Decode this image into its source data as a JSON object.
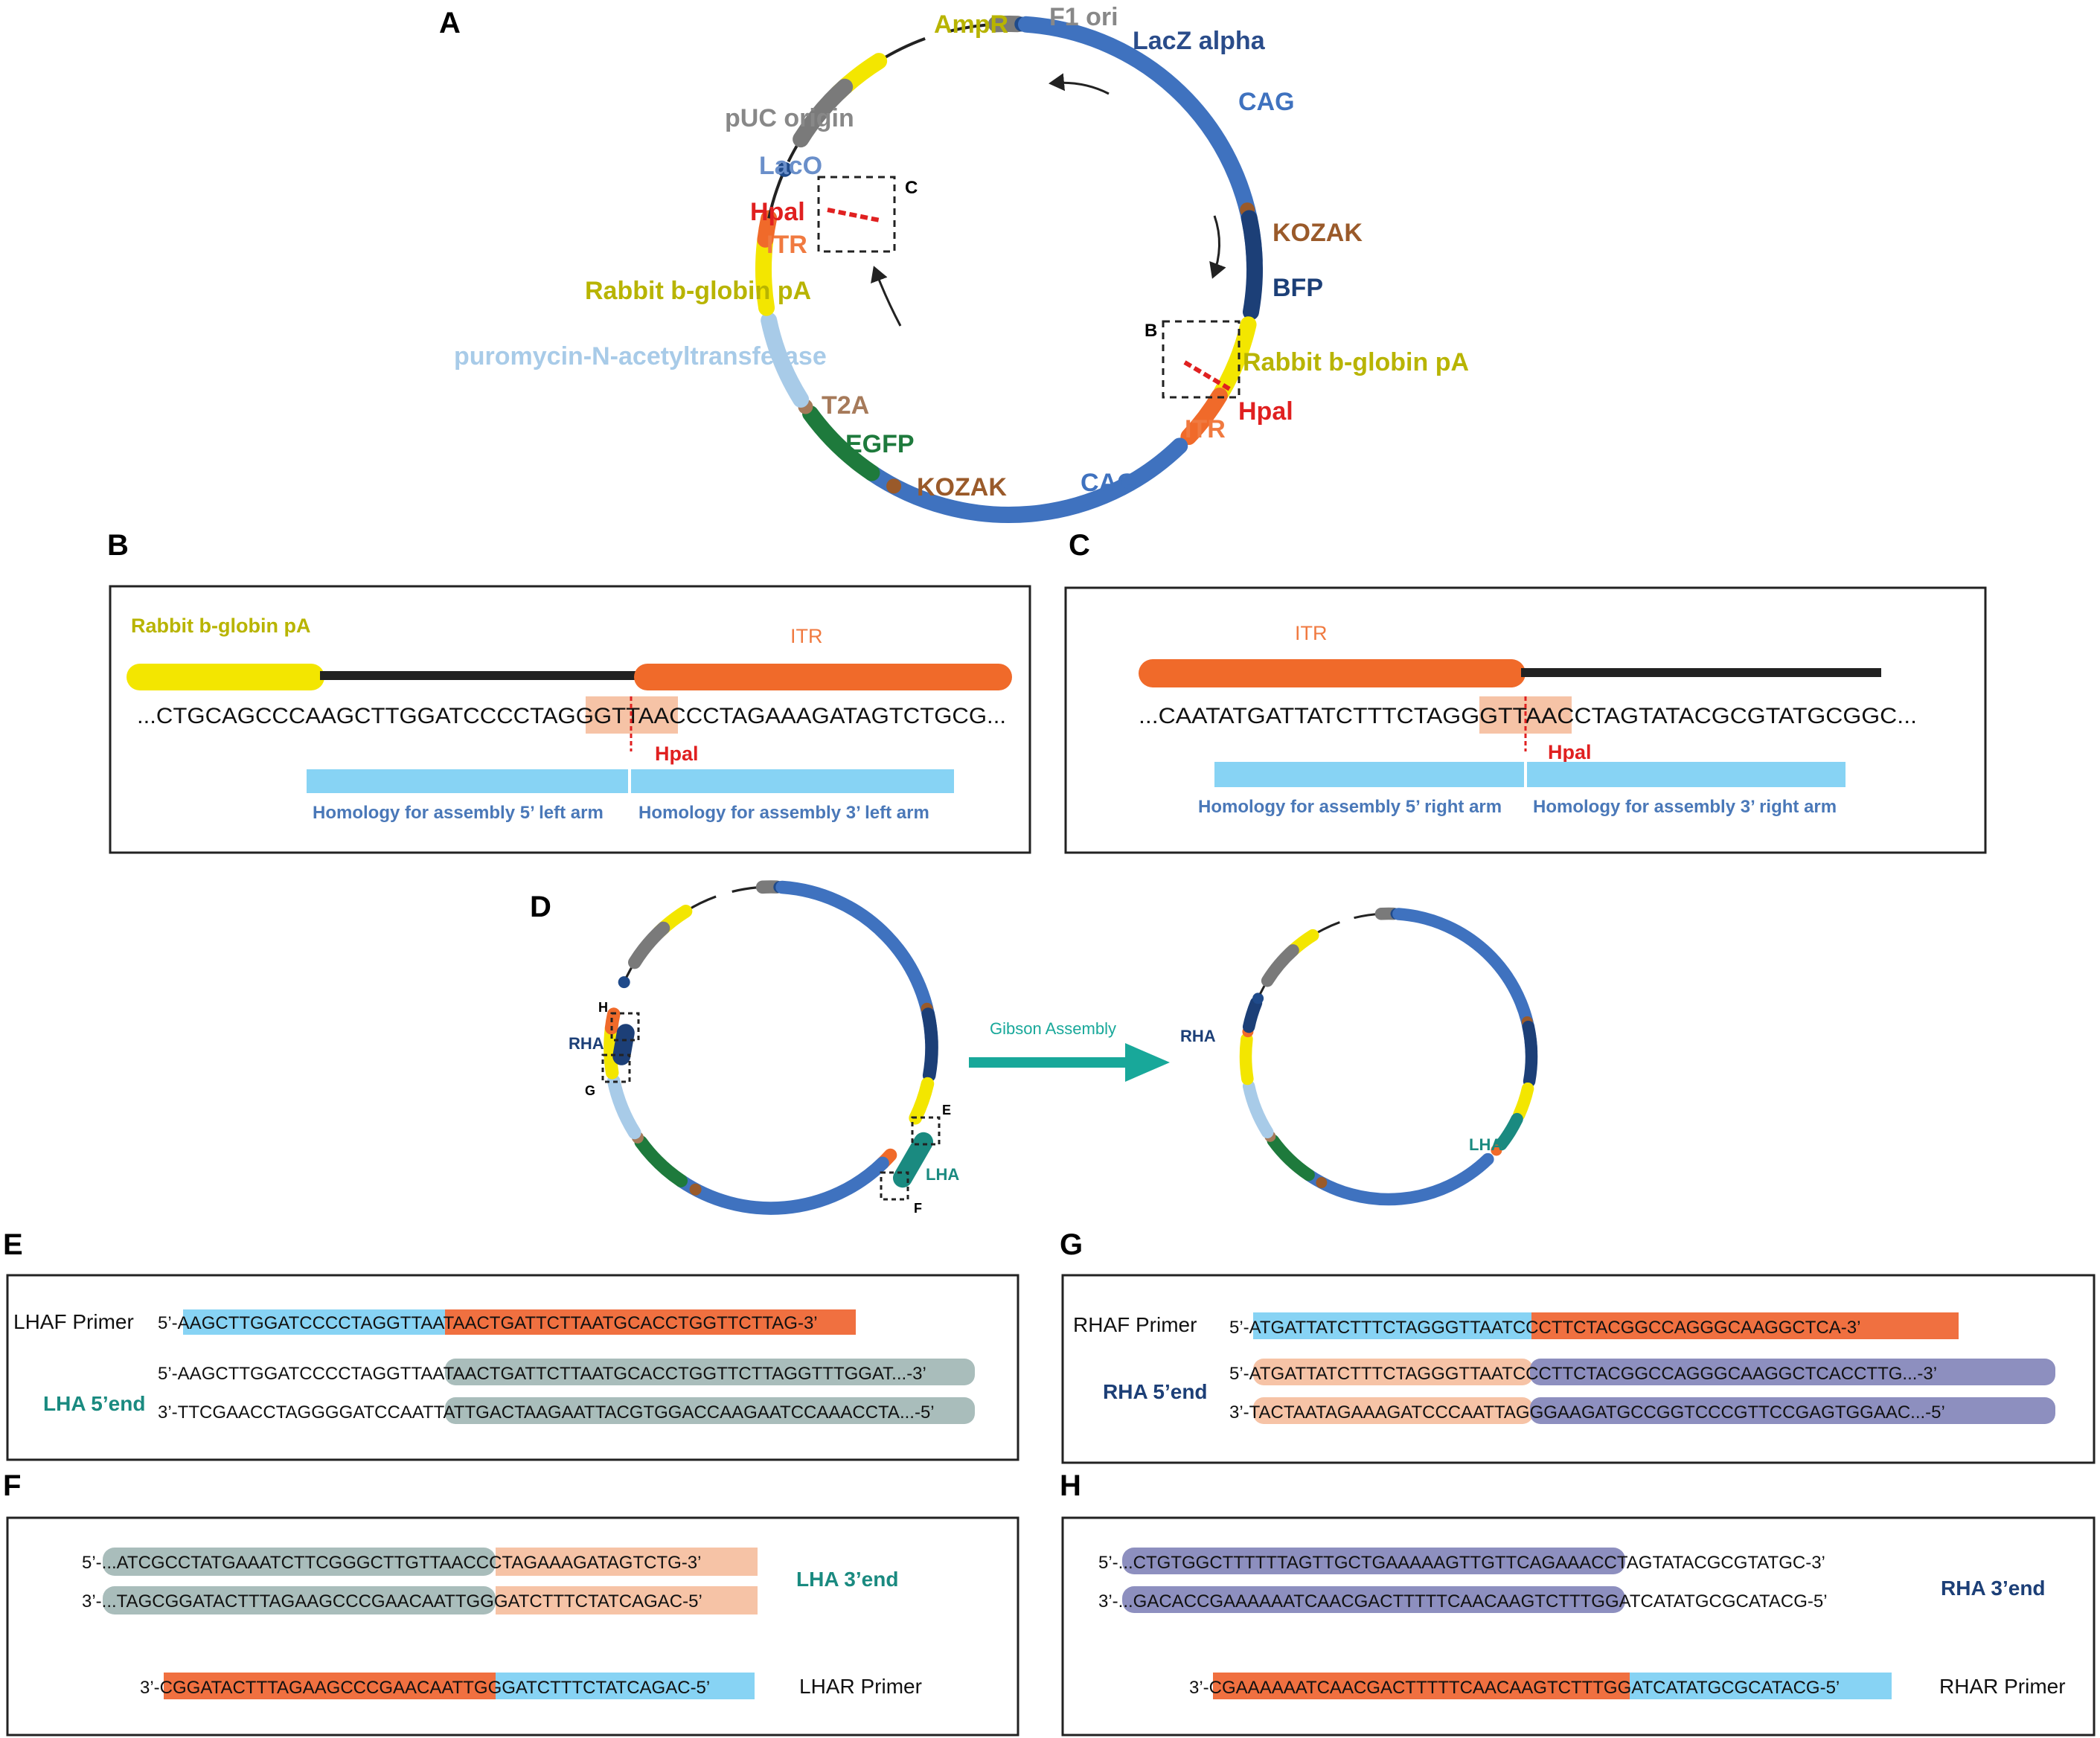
{
  "colors": {
    "cag": "#3f72bf",
    "cag_dark": "#1f4a8a",
    "bfp": "#1c3f77",
    "yellow": "#f3e600",
    "grey": "#7a7a7a",
    "itr": "#f06a2a",
    "kozak": "#9a5a2a",
    "egfp": "#1e7a3c",
    "puro": "#a8cbe8",
    "t2a": "#a67a5a",
    "lha": "#1a8a80",
    "rha": "#1c3f77",
    "hpai": "#e02020",
    "cyan": "#87d3f4",
    "salmon": "#f6c3a6",
    "orange": "#f07040",
    "greyteal": "#a9bdbb",
    "purple": "#8d8fbf",
    "gibson": "#18a89a"
  },
  "panels": {
    "a": "A",
    "b": "B",
    "c": "C",
    "d": "D",
    "e": "E",
    "f": "F",
    "g": "G",
    "h": "H"
  },
  "plasmid_labels": {
    "ampr": "AmpR",
    "f1": "F1 ori",
    "lacz": "LacZ alpha",
    "cag_top": "CAG",
    "kozak_r": "KOZAK",
    "bfp": "BFP",
    "rbg_r": "Rabbit b-globin pA",
    "hpai_r": "Hpal",
    "itr_r": "ITR",
    "cag_bottom": "CAG",
    "kozak_b": "KOZAK",
    "egfp": "EGFP",
    "t2a": "T2A",
    "puro": "puromycin-N-acetyltransferase",
    "rbg_l": "Rabbit b-globin pA",
    "itr_l": "ITR",
    "hpai_l": "Hpal",
    "laco": "LacO",
    "puc": "pUC origin",
    "box_b": "B",
    "box_c": "C"
  },
  "panel_b": {
    "left_label": "Rabbit b-globin pA",
    "right_label": "ITR",
    "seq_left": "...CTGCAGCCCAAGCTTGGATCCCCTAGG",
    "seq_mid": "GTTAAC",
    "seq_right": "CCTAGAAAGATAGTCTGCG...",
    "site": "Hpal",
    "homology_5": "Homology for assembly 5’ left arm",
    "homology_3": "Homology for assembly 3’ left arm"
  },
  "panel_c": {
    "top_label": "ITR",
    "seq_left": "...CAATATGATTATCTTTCTAGG",
    "seq_mid": "GTTAAC",
    "seq_right": "CTAGTATACGCGTATGCGGC...",
    "site": "Hpal",
    "homology_5": "Homology for assembly 5’ right arm",
    "homology_3": "Homology for assembly 3’ right arm"
  },
  "panel_d": {
    "rha": "RHA",
    "lha": "LHA",
    "box_h": "H",
    "box_g": "G",
    "box_e": "E",
    "box_f": "F",
    "arrow": "Gibson Assembly",
    "rha_after": "RHA",
    "lha_after": "LHA"
  },
  "panel_e": {
    "primer_label": "LHAF Primer",
    "primer": [
      "5’-",
      "AAGCTTGGATCCCCTAGGTT",
      "AATAACTGATTCTTAATGCACCTGGTTCTTAG",
      "-3’"
    ],
    "end_label": "LHA 5’end",
    "top": [
      "5’-AAGCTTGGATCCCCTAGGTT",
      "AATAACTGATTCTTAATGCACCTGGTTCTTAGGTTTGGAT...",
      "-3’"
    ],
    "bottom": [
      "3’-TTCGAACCTAGGGGATCCAA",
      "TTATTGACTAAGAATTACGTGGACCAAGAATCCAAACCTA...",
      "-5’"
    ]
  },
  "panel_f": {
    "end_label": "LHA 3’end",
    "top": [
      "5’-",
      "...ATCGCCTATGAAATCTTCGGGCTTGTT",
      "AACCCTAGAAAGATAGTCTG",
      "-3’"
    ],
    "bottom": [
      "3’-",
      "...TAGCGGATACTTTAGAAGCCCGAACAA",
      "TTGGGATCTTTCTATCAGAC",
      "-5’"
    ],
    "primer": [
      "3’-",
      "CGGATACTTTAGAAGCCCGAACAA",
      "TTGGGATCTTTCTATCAGAC",
      "-5’"
    ],
    "primer_label": "LHAR Primer"
  },
  "panel_g": {
    "primer_label": "RHAF Primer",
    "primer": [
      "5’-",
      "ATGATTATCTTTCTAGGGTT",
      "AATCCCTTCTACGGCCAGGGCAAGGCTCA",
      "-3’"
    ],
    "end_label": "RHA 5’end",
    "top": [
      "5’-",
      "ATGATTATCTTTCTAGGGTT",
      "AATCCCTTCTACGGCCAGGGCAAGGCTCACCTTG...",
      "-3’"
    ],
    "bottom": [
      "3’-",
      "TACTAATAGAAAGATCCCAA",
      "TTAGGGAAGATGCCGGTCCCGTTCCGAGTGGAAC...",
      "-5’"
    ]
  },
  "panel_h": {
    "end_label": "RHA 3’end",
    "top": [
      "5’-",
      "...CTGTGGCTTTTTTAGTTGCTGAAAAAGTTGTTCAGA",
      "AACCTAGTATACGCGTATGC-3’"
    ],
    "bottom": [
      "3’-",
      "...GACACCGAAAAAATCAACGACTTTTTCAACAAGTCT",
      "TTGGATCATATGCGCATACG-5’"
    ],
    "primer": [
      "3’-",
      "CGAAAAAATCAACGACTTTTTCAACAAGTCT",
      "TTGGATCATATGCGCATACG",
      "-5’"
    ],
    "primer_label": "RHAR Primer"
  }
}
